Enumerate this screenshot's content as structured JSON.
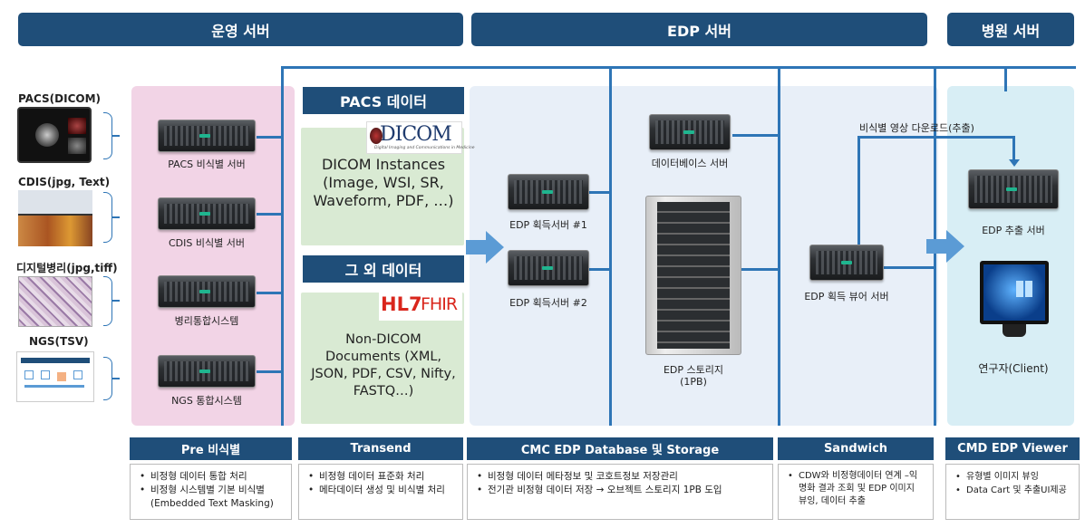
{
  "headers": {
    "ops": "운영 서버",
    "edp": "EDP 서버",
    "hospital": "병원 서버"
  },
  "sources": [
    {
      "label": "PACS(DICOM)"
    },
    {
      "label": "CDIS(jpg, Text)"
    },
    {
      "label": "디지털병리(jpg,tiff)"
    },
    {
      "label": "NGS(TSV)"
    }
  ],
  "ops_servers": [
    {
      "label": "PACS 비식별 서버"
    },
    {
      "label": "CDIS 비식별 서버"
    },
    {
      "label": "병리통합시스템"
    },
    {
      "label": "NGS 통합시스템"
    }
  ],
  "transend": {
    "pacs_header": "PACS 데이터",
    "dicom_logo": "DICOM",
    "dicom_logo_sub": "Digital Imaging and Communications in Medicine",
    "dicom_text": "DICOM Instances (Image, WSI, SR, Waveform, PDF, …)",
    "other_header": "그 외 데이터",
    "hl7_logo": "HL7",
    "fhir_logo": "FHIR",
    "nondicom_text": "Non-DICOM Documents (XML, JSON, PDF, CSV, Nifty, FASTQ…)"
  },
  "edp": {
    "acq1": "EDP 획득서버 #1",
    "acq2": "EDP 획득서버 #2",
    "db": "데이터베이스 서버",
    "storage": "EDP 스토리지",
    "storage_size": "(1PB)",
    "viewer": "EDP 획득 뷰어 서버",
    "download": "비식별 영상 다운로드(추출)"
  },
  "hospital": {
    "extract": "EDP 추출 서버",
    "client": "연구자(Client)"
  },
  "bottom": [
    {
      "title": "Pre 비식별",
      "items": [
        "비정형 데이터 통합 처리",
        "비정형 시스템별 기본 비식별 (Embedded Text Masking)"
      ]
    },
    {
      "title": "Transend",
      "items": [
        "비정형 데이터 표준화 처리",
        "메타데이터 생성 및 비식별 처리"
      ]
    },
    {
      "title": "CMC EDP Database 및 Storage",
      "items": [
        "비정형 데이터 메타정보 및 코호트정보 저장관리",
        "전기관 비정형 데이터 저장 → 오브젝트 스토리지 1PB 도입"
      ]
    },
    {
      "title": "Sandwich",
      "items": [
        "CDW와 비정형데이터 연계 –익명화 결과 조회 및 EDP 이미지 뷰잉, 데이터 추출"
      ]
    },
    {
      "title": "CMD EDP Viewer",
      "items": [
        "유형별 이미지 뷰잉",
        "Data Cart 및 추출UI제공"
      ]
    }
  ]
}
